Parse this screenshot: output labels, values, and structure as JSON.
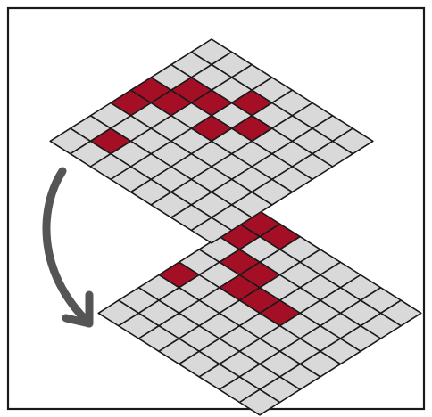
{
  "figure": {
    "colors": {
      "empty_cell": "#d9d9d9",
      "filled_cell": "#a50f25",
      "grid_line": "#1a1a1a",
      "arrow": "#555555",
      "background": "#ffffff"
    },
    "arrow_direction": "down-right",
    "grid_size": 8,
    "layers": [
      {
        "id": "upper-layer",
        "filled_cells": [
          [
            0,
            3
          ],
          [
            0,
            4
          ],
          [
            1,
            2
          ],
          [
            1,
            3
          ],
          [
            1,
            6
          ],
          [
            2,
            2
          ],
          [
            3,
            1
          ],
          [
            3,
            3
          ],
          [
            4,
            2
          ]
        ]
      },
      {
        "id": "lower-layer",
        "filled_cells": [
          [
            0,
            0
          ],
          [
            0,
            1
          ],
          [
            0,
            4
          ],
          [
            1,
            0
          ],
          [
            1,
            2
          ],
          [
            2,
            2
          ],
          [
            2,
            3
          ],
          [
            3,
            3
          ],
          [
            4,
            3
          ]
        ]
      }
    ]
  }
}
